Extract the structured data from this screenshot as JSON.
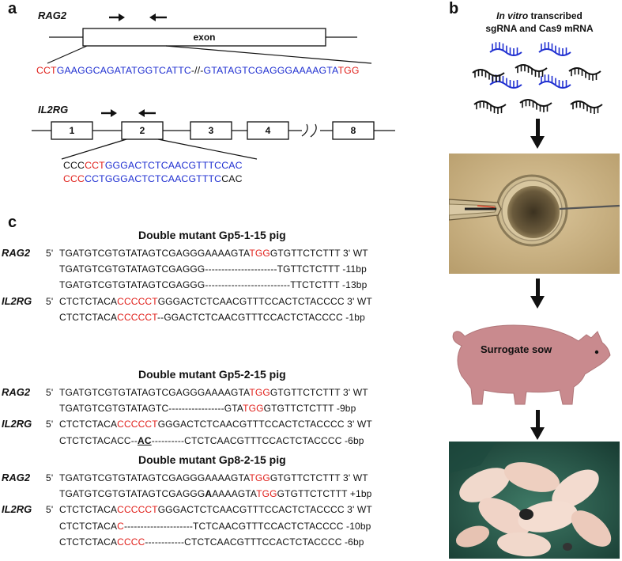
{
  "panel_labels": {
    "a": "a",
    "b": "b",
    "c": "c"
  },
  "panel_a": {
    "rag2": {
      "gene": "RAG2",
      "exon_label": "exon",
      "seq": [
        {
          "t": "CCT",
          "c": "r"
        },
        {
          "t": "GAAGGCAGATATGGTCATTC",
          "c": "b"
        },
        {
          "t": "-//-",
          "c": ""
        },
        {
          "t": "GTATAGTCGAGGGAAAAGTA",
          "c": "b"
        },
        {
          "t": "TGG",
          "c": "r"
        }
      ]
    },
    "il2rg": {
      "gene": "IL2RG",
      "exons": [
        "1",
        "2",
        "3",
        "4",
        "8"
      ],
      "seq1": [
        {
          "t": "CCC",
          "c": ""
        },
        {
          "t": "CCT",
          "c": "r"
        },
        {
          "t": "GGGACTCTCAACGTTTCCAC",
          "c": "b"
        }
      ],
      "seq2": [
        {
          "t": "CCC",
          "c": "r"
        },
        {
          "t": "CCTGGGACTCTCAACGTTTC",
          "c": "b"
        },
        {
          "t": "CAC",
          "c": ""
        }
      ]
    }
  },
  "panel_b": {
    "title_italic": "In vitro",
    "title_rest": " transcribed",
    "title_line2": "sgRNA and Cas9 mRNA",
    "sow_label": "Surrogate sow"
  },
  "panel_c": {
    "groups": [
      {
        "title": "Double mutant Gp5-1-15 pig",
        "rows": [
          {
            "gene": "RAG2",
            "prefix": "5'",
            "seq": [
              {
                "t": "TGATGTCGTGTATAGTCGAGGGAAAAGTA",
                "c": ""
              },
              {
                "t": "TGG",
                "c": "r"
              },
              {
                "t": "GTGTTCTCTTT 3' WT",
                "c": ""
              }
            ]
          },
          {
            "gene": "",
            "prefix": "",
            "seq": [
              {
                "t": "TGATGTCGTGTATAGTCGAGGG----------------------TGTTCTCTTT -11bp",
                "c": ""
              }
            ]
          },
          {
            "gene": "",
            "prefix": "",
            "seq": [
              {
                "t": "TGATGTCGTGTATAGTCGAGGG--------------------------TTCTCTTT -13bp",
                "c": ""
              }
            ]
          },
          {
            "gene": "IL2RG",
            "prefix": "5'",
            "seq": [
              {
                "t": "CTCTCTACA",
                "c": ""
              },
              {
                "t": "CCCCCT",
                "c": "r"
              },
              {
                "t": "GGGACTCTCAACGTTTCCACTCTACCCC 3' WT",
                "c": ""
              }
            ]
          },
          {
            "gene": "",
            "prefix": "",
            "seq": [
              {
                "t": "CTCTCTACA",
                "c": ""
              },
              {
                "t": "CCCCCT",
                "c": "r"
              },
              {
                "t": "--GGACTCTCAACGTTTCCACTCTACCCC -1bp",
                "c": ""
              }
            ]
          }
        ]
      },
      {
        "title": "Double mutant Gp5-2-15 pig",
        "rows": [
          {
            "gene": "RAG2",
            "prefix": "5'",
            "seq": [
              {
                "t": "TGATGTCGTGTATAGTCGAGGGAAAAGTA",
                "c": ""
              },
              {
                "t": "TGG",
                "c": "r"
              },
              {
                "t": "GTGTTCTCTTT 3' WT",
                "c": ""
              }
            ]
          },
          {
            "gene": "",
            "prefix": "",
            "seq": [
              {
                "t": "TGATGTCGTGTATAGTC-----------------GTA",
                "c": ""
              },
              {
                "t": "TGG",
                "c": "r"
              },
              {
                "t": "GTGTTCTCTTT -9bp",
                "c": ""
              }
            ]
          },
          {
            "gene": "IL2RG",
            "prefix": "5'",
            "seq": [
              {
                "t": "CTCTCTACA",
                "c": ""
              },
              {
                "t": "CCCCCT",
                "c": "r"
              },
              {
                "t": "GGGACTCTCAACGTTTCCACTCTACCCC 3' WT",
                "c": ""
              }
            ]
          },
          {
            "gene": "",
            "prefix": "",
            "seq": [
              {
                "t": "CTCTCTACACC--",
                "c": ""
              },
              {
                "t": "AC",
                "c": "u"
              },
              {
                "t": "----------CTCTCAACGTTTCCACTCTACCCC -6bp",
                "c": ""
              }
            ]
          }
        ]
      },
      {
        "title": "Double mutant Gp8-2-15 pig",
        "rows": [
          {
            "gene": "RAG2",
            "prefix": "5'",
            "seq": [
              {
                "t": "TGATGTCGTGTATAGTCGAGGGAAAAGTA",
                "c": ""
              },
              {
                "t": "TGG",
                "c": "r"
              },
              {
                "t": "GTGTTCTCTTT 3' WT",
                "c": ""
              }
            ]
          },
          {
            "gene": "",
            "prefix": "",
            "seq": [
              {
                "t": "TGATGTCGTGTATAGTCGAGGG",
                "c": ""
              },
              {
                "t": "A",
                "c": "boldc"
              },
              {
                "t": "AAAAGTA",
                "c": ""
              },
              {
                "t": "TGG",
                "c": "r"
              },
              {
                "t": "GTGTTCTCTTT +1bp",
                "c": ""
              }
            ]
          },
          {
            "gene": "IL2RG",
            "prefix": "5'",
            "seq": [
              {
                "t": "CTCTCTACA",
                "c": ""
              },
              {
                "t": "CCCCCT",
                "c": "r"
              },
              {
                "t": "GGGACTCTCAACGTTTCCACTCTACCCC 3' WT",
                "c": ""
              }
            ]
          },
          {
            "gene": "",
            "prefix": "",
            "seq": [
              {
                "t": "CTCTCTACA",
                "c": ""
              },
              {
                "t": "C",
                "c": "r"
              },
              {
                "t": "---------------------TCTCAACGTTTCCACTCTACCCC -10bp",
                "c": ""
              }
            ]
          },
          {
            "gene": "",
            "prefix": "",
            "seq": [
              {
                "t": "CTCTCTACA",
                "c": ""
              },
              {
                "t": "CCCC",
                "c": "r"
              },
              {
                "t": "------------CTCTCAACGTTTCCACTCTACCCC -6bp",
                "c": ""
              }
            ]
          }
        ]
      }
    ]
  },
  "colors": {
    "red": "#e0201b",
    "blue": "#1f2fd1",
    "sow": "#c98a8e"
  }
}
